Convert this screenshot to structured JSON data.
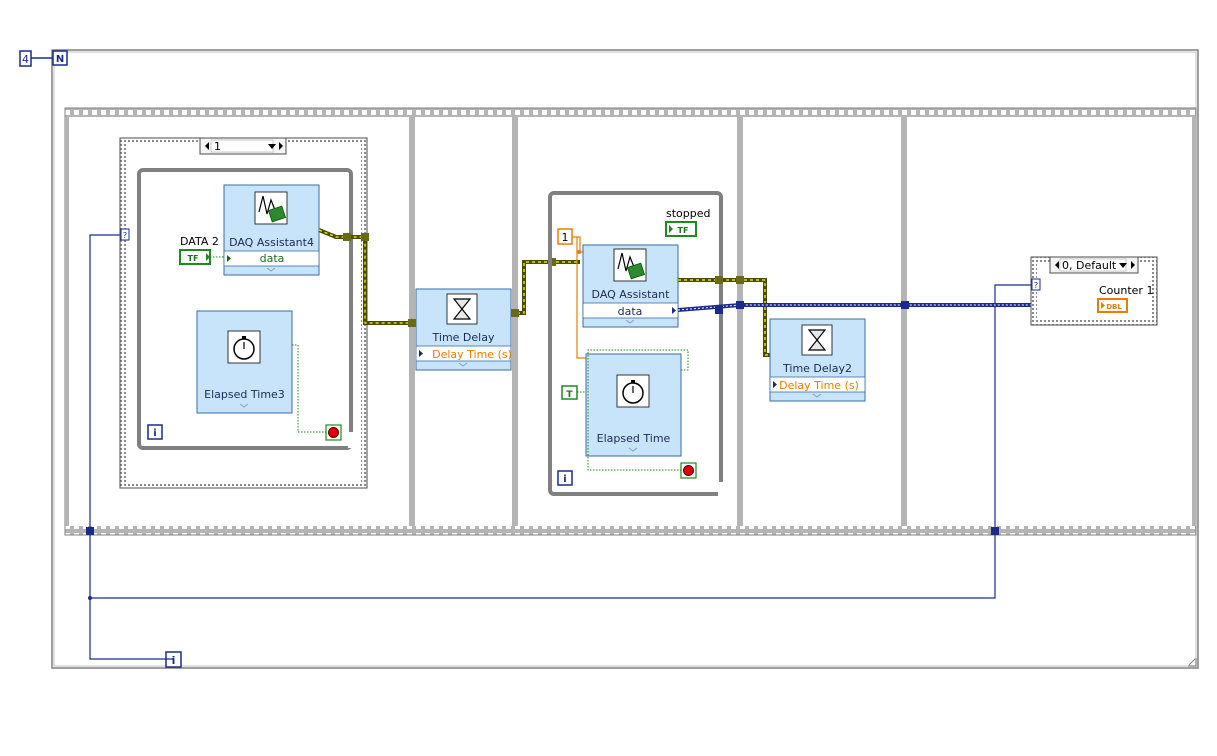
{
  "for_loop": {
    "count_constant": "4",
    "count_terminal": "N",
    "iteration_terminal": "i"
  },
  "frame1": {
    "case_selector_value": "1",
    "loop_iteration": "i",
    "condition_terminal": "?",
    "daq_block": {
      "title": "DAQ Assistant4",
      "port": "data"
    },
    "data_indicator": {
      "label": "DATA 2",
      "type_tag": "TF"
    },
    "elapsed_block": {
      "title": "Elapsed Time3"
    }
  },
  "frame2": {
    "time_delay": {
      "title": "Time Delay",
      "port": "Delay Time (s)"
    }
  },
  "frame3": {
    "numeric_constant": "1",
    "bool_constant": "T",
    "loop_iteration": "i",
    "stopped_indicator": {
      "label": "stopped",
      "type_tag": "TF"
    },
    "daq_block": {
      "title": "DAQ Assistant",
      "port": "data"
    },
    "elapsed_block": {
      "title": "Elapsed Time"
    }
  },
  "frame4": {
    "time_delay": {
      "title": "Time Delay2",
      "port": "Delay Time (s)"
    }
  },
  "frame6": {
    "case_selector_value": "0, Default",
    "condition_terminal": "?",
    "counter_indicator": {
      "label": "Counter 1",
      "type_tag": "DBL"
    }
  },
  "colors": {
    "loop_border": "#808080",
    "int_wire": "#1a2b8c",
    "bool_wire": "#1f8a1f",
    "dynamic_wire": "#4a4a00",
    "dynamic_stripe": "#e0e000",
    "orange_wire": "#e67e00",
    "express_fill": "#c8e4fa",
    "express_border": "#3a6ea5"
  },
  "icons": {
    "daq": "daq-waveform-icon",
    "timer": "stopwatch-icon",
    "hourglass": "hourglass-icon",
    "stop": "stop-button-icon"
  }
}
